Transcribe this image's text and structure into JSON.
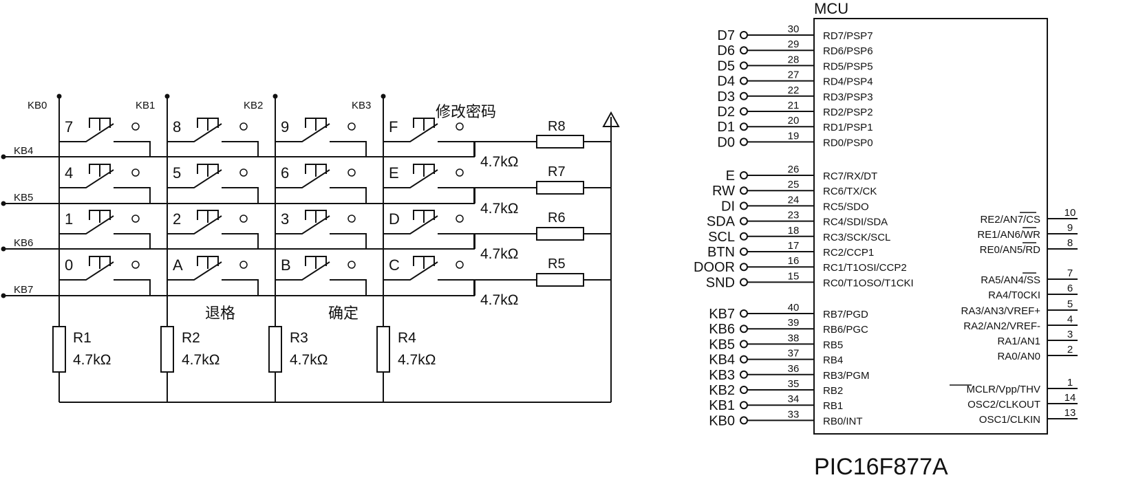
{
  "keypad": {
    "column_labels": [
      "KB0",
      "KB1",
      "KB2",
      "KB3"
    ],
    "row_labels": [
      "KB4",
      "KB5",
      "KB6",
      "KB7"
    ],
    "keys": [
      [
        "7",
        "8",
        "9",
        "F"
      ],
      [
        "4",
        "5",
        "6",
        "E"
      ],
      [
        "1",
        "2",
        "3",
        "D"
      ],
      [
        "0",
        "A",
        "B",
        "C"
      ]
    ],
    "key_notes": {
      "f_key": "修改密码",
      "a_key": "退格",
      "b_key": "确定"
    },
    "row_resistors": [
      {
        "name": "R8",
        "value": "4.7kΩ"
      },
      {
        "name": "R7",
        "value": "4.7kΩ"
      },
      {
        "name": "R6",
        "value": "4.7kΩ"
      },
      {
        "name": "R5",
        "value": "4.7kΩ"
      }
    ],
    "column_resistors": [
      {
        "name": "R1",
        "value": "4.7kΩ"
      },
      {
        "name": "R2",
        "value": "4.7kΩ"
      },
      {
        "name": "R3",
        "value": "4.7kΩ"
      },
      {
        "name": "R4",
        "value": "4.7kΩ"
      }
    ]
  },
  "mcu": {
    "header": "MCU",
    "part_number": "PIC16F877A",
    "left_pins": [
      {
        "net": "D7",
        "num": "30",
        "pin": "RD7/PSP7"
      },
      {
        "net": "D6",
        "num": "29",
        "pin": "RD6/PSP6"
      },
      {
        "net": "D5",
        "num": "28",
        "pin": "RD5/PSP5"
      },
      {
        "net": "D4",
        "num": "27",
        "pin": "RD4/PSP4"
      },
      {
        "net": "D3",
        "num": "22",
        "pin": "RD3/PSP3"
      },
      {
        "net": "D2",
        "num": "21",
        "pin": "RD2/PSP2"
      },
      {
        "net": "D1",
        "num": "20",
        "pin": "RD1/PSP1"
      },
      {
        "net": "D0",
        "num": "19",
        "pin": "RD0/PSP0"
      },
      {
        "net": "E",
        "num": "26",
        "pin": "RC7/RX/DT"
      },
      {
        "net": "RW",
        "num": "25",
        "pin": "RC6/TX/CK"
      },
      {
        "net": "DI",
        "num": "24",
        "pin": "RC5/SDO"
      },
      {
        "net": "SDA",
        "num": "23",
        "pin": "RC4/SDI/SDA"
      },
      {
        "net": "SCL",
        "num": "18",
        "pin": "RC3/SCK/SCL"
      },
      {
        "net": "BTN",
        "num": "17",
        "pin": "RC2/CCP1"
      },
      {
        "net": "DOOR",
        "num": "16",
        "pin": "RC1/T1OSI/CCP2"
      },
      {
        "net": "SND",
        "num": "15",
        "pin": "RC0/T1OSO/T1CKI"
      },
      {
        "net": "KB7",
        "num": "40",
        "pin": "RB7/PGD"
      },
      {
        "net": "KB6",
        "num": "39",
        "pin": "RB6/PGC"
      },
      {
        "net": "KB5",
        "num": "38",
        "pin": "RB5"
      },
      {
        "net": "KB4",
        "num": "37",
        "pin": "RB4"
      },
      {
        "net": "KB3",
        "num": "36",
        "pin": "RB3/PGM"
      },
      {
        "net": "KB2",
        "num": "35",
        "pin": "RB2"
      },
      {
        "net": "KB1",
        "num": "34",
        "pin": "RB1"
      },
      {
        "net": "KB0",
        "num": "33",
        "pin": "RB0/INT"
      }
    ],
    "right_pins": [
      {
        "num": "10",
        "pin": "RE2/AN7/CS"
      },
      {
        "num": "9",
        "pin": "RE1/AN6/WR"
      },
      {
        "num": "8",
        "pin": "RE0/AN5/RD"
      },
      {
        "num": "7",
        "pin": "RA5/AN4/SS"
      },
      {
        "num": "6",
        "pin": "RA4/T0CKI"
      },
      {
        "num": "5",
        "pin": "RA3/AN3/VREF+"
      },
      {
        "num": "4",
        "pin": "RA2/AN2/VREF-"
      },
      {
        "num": "3",
        "pin": "RA1/AN1"
      },
      {
        "num": "2",
        "pin": "RA0/AN0"
      },
      {
        "num": "1",
        "pin": "MCLR/Vpp/THV"
      },
      {
        "num": "14",
        "pin": "OSC2/CLKOUT"
      },
      {
        "num": "13",
        "pin": "OSC1/CLKIN"
      }
    ]
  }
}
